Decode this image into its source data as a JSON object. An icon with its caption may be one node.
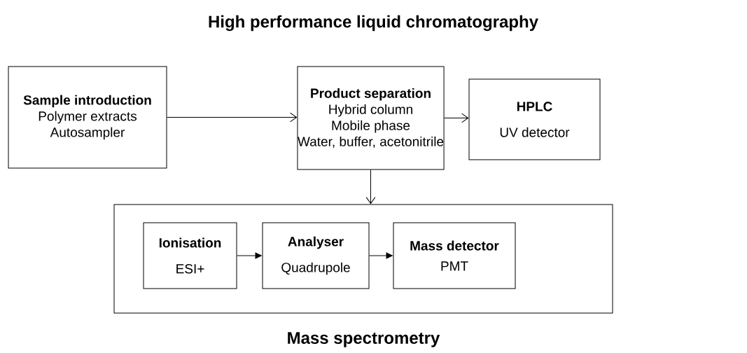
{
  "diagram": {
    "title": "High performance liquid chromatography",
    "nodes": [
      {
        "text": [
          "Sample introduction",
          "Polymer extracts",
          "Autosampler"
        ]
      },
      {
        "text": [
          "Product separation",
          "Hybrid column",
          "Mobile phase",
          "Water, buffer, acetonitrile"
        ]
      },
      {
        "text": [
          "HPLC",
          "UV detector"
        ]
      },
      {
        "text": [
          "Mass spectrometry"
        ]
      },
      {
        "text": [
          "Ionisation",
          "ESI+"
        ],
        "in": 3
      },
      {
        "text": [
          "Analyser",
          "Quadrupole"
        ],
        "in": 3
      },
      {
        "text": [
          "Mass detector",
          "PMT"
        ],
        "in": 3
      }
    ],
    "edges": [
      {
        "from": 0,
        "to": 1,
        "arrow": "to"
      },
      {
        "from": 1,
        "to": 2,
        "arrow": "to"
      },
      {
        "from": 1,
        "to": 3,
        "arrow": "to"
      },
      {
        "from": 4,
        "to": 5,
        "arrow": "to"
      },
      {
        "from": 5,
        "to": 6,
        "arrow": "to"
      }
    ]
  }
}
